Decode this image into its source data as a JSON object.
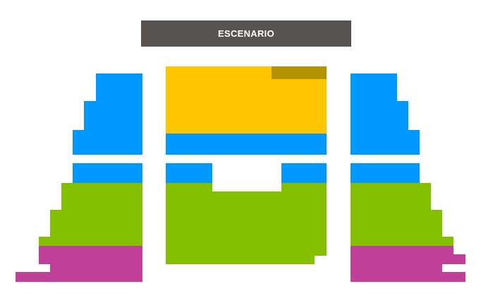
{
  "stage": {
    "label": "ESCENARIO"
  },
  "colors": {
    "stage": "#58534f",
    "stage_text": "#ffffff",
    "orange_zone": "#fcc500",
    "orange_corner": "#b39300",
    "blue_zone": "#0099ff",
    "green_zone": "#84c000",
    "purple_zone": "#bf3f99"
  },
  "zones": [
    {
      "name": "center-orange-zone",
      "color_key": "orange_zone"
    },
    {
      "name": "center-orange-corner-zone",
      "color_key": "orange_corner"
    },
    {
      "name": "center-blue-band",
      "color_key": "blue_zone"
    },
    {
      "name": "center-blue-left-block",
      "color_key": "blue_zone"
    },
    {
      "name": "center-blue-right-block",
      "color_key": "blue_zone"
    },
    {
      "name": "center-green-zone",
      "color_key": "green_zone"
    },
    {
      "name": "left-blue-upper-zone",
      "color_key": "blue_zone"
    },
    {
      "name": "left-blue-lower-zone",
      "color_key": "blue_zone"
    },
    {
      "name": "left-green-zone",
      "color_key": "green_zone"
    },
    {
      "name": "left-purple-zone",
      "color_key": "purple_zone"
    },
    {
      "name": "right-blue-upper-zone",
      "color_key": "blue_zone"
    },
    {
      "name": "right-blue-lower-zone",
      "color_key": "blue_zone"
    },
    {
      "name": "right-green-zone",
      "color_key": "green_zone"
    },
    {
      "name": "right-purple-zone",
      "color_key": "purple_zone"
    }
  ]
}
